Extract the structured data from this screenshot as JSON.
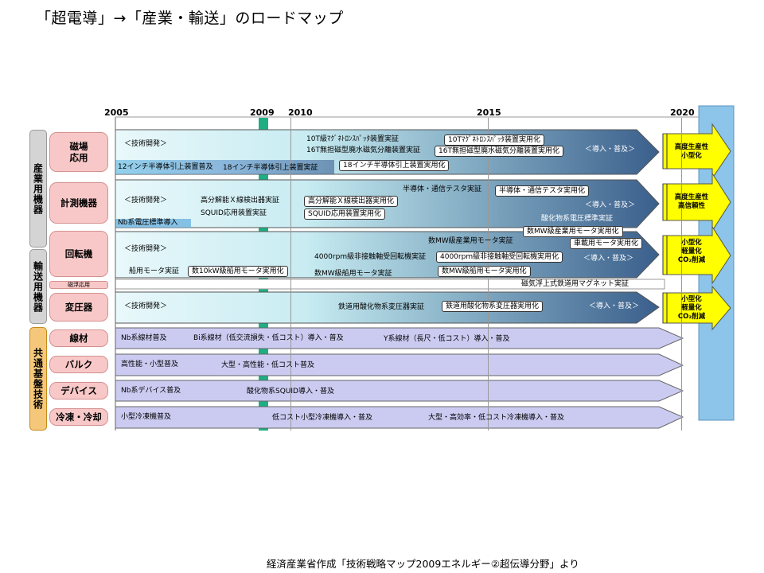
{
  "title": "「超電導」→「産業・輸送」のロードマップ",
  "source": "経済産業省作成「技術戦略マップ2009エネルギー②超伝導分野」より",
  "years": [
    "2005",
    "2009",
    "2010",
    "2015",
    "2020"
  ],
  "groups": {
    "industry": "産業用機器",
    "transport": "輸送用機器",
    "common": "共通基盤技術"
  },
  "categories": {
    "magnet": "磁場\n応用",
    "measure": "計測機器",
    "rotary": "回転機",
    "maglev": "磁浮応用",
    "transformer": "変圧器",
    "wire": "線材",
    "bulk": "バルク",
    "device": "デバイス",
    "cooling": "冷凍・冷却"
  },
  "magnet": {
    "dev": "＜技術開発＞",
    "t1": "10T級ﾏｸﾞﾈﾄﾛﾝｽﾊﾟｯﾀ装置実証",
    "b1": "10Tﾏｸﾞﾈﾄﾛﾝｽﾊﾟｯﾀ装置実用化",
    "t2": "16T無担磁型廃水磁気分離装置実証",
    "b2": "16T無担磁型廃水磁気分離装置実用化",
    "intro": "＜導入・普及＞",
    "t3": "12インチ半導体引上装置普及",
    "t4": "18インチ半導体引上装置実証",
    "b3": "18インチ半導体引上装置実用化",
    "out": "高度生産性\n小型化"
  },
  "measure": {
    "dev": "＜技術開発＞",
    "t1": "半導体・通信テスタ実証",
    "b1": "半導体・通信テスタ実用化",
    "t2": "高分解能Ｘ線検出器実証",
    "b2": "高分解能Ｘ線検出器実用化",
    "intro": "＜導入・普及＞",
    "t3": "SQUID応用装置実証",
    "b3": "SQUID応用装置実用化",
    "t4": "酸化物系電圧標準実証",
    "t5": "Nb系電圧標準導入",
    "out": "高度生産性\n高信頼性"
  },
  "rotary": {
    "t0": "数MW級産業用モータ実証",
    "b0": "数MW級産業用モータ実用化",
    "b1": "車載用モータ実用化",
    "dev": "＜技術開発＞",
    "t2": "4000rpm級非接触軸受回転機実証",
    "b2": "4000rpm級非接触軸受回転機実用化",
    "intro": "＜導入・普及＞",
    "t3": "船用モータ実証",
    "b3": "数10kW級船用モータ実用化",
    "t4": "数MW級船用モータ実証",
    "b4": "数MW級船用モータ実用化",
    "t5": "磁気浮上式鉄道用マグネット実証",
    "out": "小型化\n軽量化\nCO₂削減"
  },
  "transformer": {
    "dev": "＜技術開発＞",
    "t1": "鉄道用酸化物系変圧器実証",
    "b1": "鉄道用酸化物系変圧器実用化",
    "intro": "＜導入・普及＞",
    "out": "小型化\n軽量化\nCO₂削減"
  },
  "wire": {
    "t1": "Nb系線材普及",
    "t2": "Bi系線材（低交流損失・低コスト）導入・普及",
    "t3": "Y系線材（長尺・低コスト）導入・普及"
  },
  "bulk": {
    "t1": "高性能・小型普及",
    "t2": "大型・高性能・低コスト普及"
  },
  "device": {
    "t1": "Nb系デバイス普及",
    "t2": "酸化物系SQUID導入・普及"
  },
  "cooling": {
    "t1": "小型冷凍機普及",
    "t2": "低コスト小型冷凍機導入・普及",
    "t3": "大型・高効率・低コスト冷凍機導入・普及"
  },
  "colors": {
    "arrow_light": "#d6f2f7",
    "arrow_dark": "#3d6590",
    "lavender": "#cbcbf2",
    "accent_2009": "#1fae84",
    "sky_2020": "#8cc4ea",
    "yellow": "#ffff00"
  }
}
